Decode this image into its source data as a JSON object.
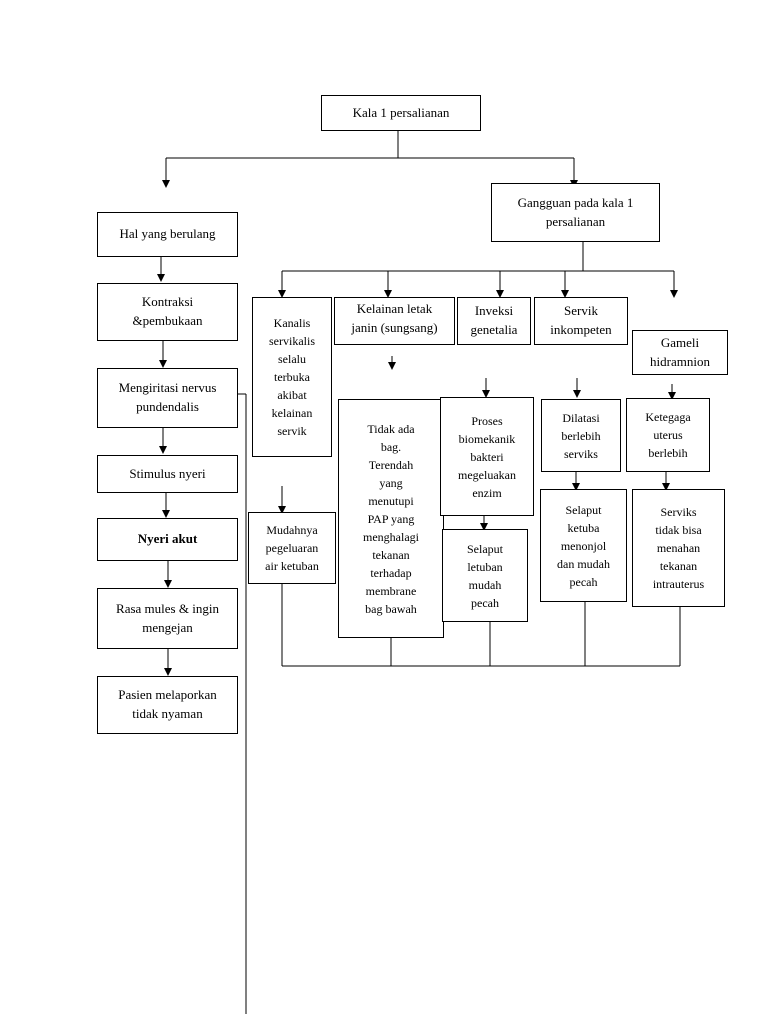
{
  "root": "Kala 1 persalianan",
  "left_chain": [
    "Hal yang berulang",
    "Kontraksi\n&pembukaan",
    "Mengiritasi nervus\npundendalis",
    "Stimulus nyeri",
    "Nyeri akut",
    "Rasa mules & ingin\nmengejan",
    "Pasien melaporkan\ntidak nyaman"
  ],
  "gangguan": "Gangguan pada kala 1\npersalianan",
  "causes": [
    "Kanalis\nservikalis\nselalu\nterbuka\nakibat\nkelainan\nservik",
    "Kelainan letak\njanin (sungsang)",
    "Inveksi\ngenetalia",
    "Servik\ninkompeten",
    "Gameli\nhidramnion"
  ],
  "mechanisms": [
    "Mudahnya\npegeluaran\nair ketuban",
    "Tidak ada\nbag.\nTerendah\nyang\nmenutupi\nPAP yang\nmenghalagi\ntekanan\nterhadap\nmembrane\nbag bawah",
    "Proses\nbiomekanik\nbakteri\nmegeluakan\nenzim",
    "Dilatasi\nberlebih\nserviks",
    "Ketegaga\nuterus\nberlebih"
  ],
  "effects": [
    "Selaput\nletuban\nmudah\npecah",
    "Selaput\nketuba\nmenonjol\ndan mudah\npecah",
    "Serviks\ntidak bisa\nmenahan\ntekanan\nintrauterus"
  ]
}
